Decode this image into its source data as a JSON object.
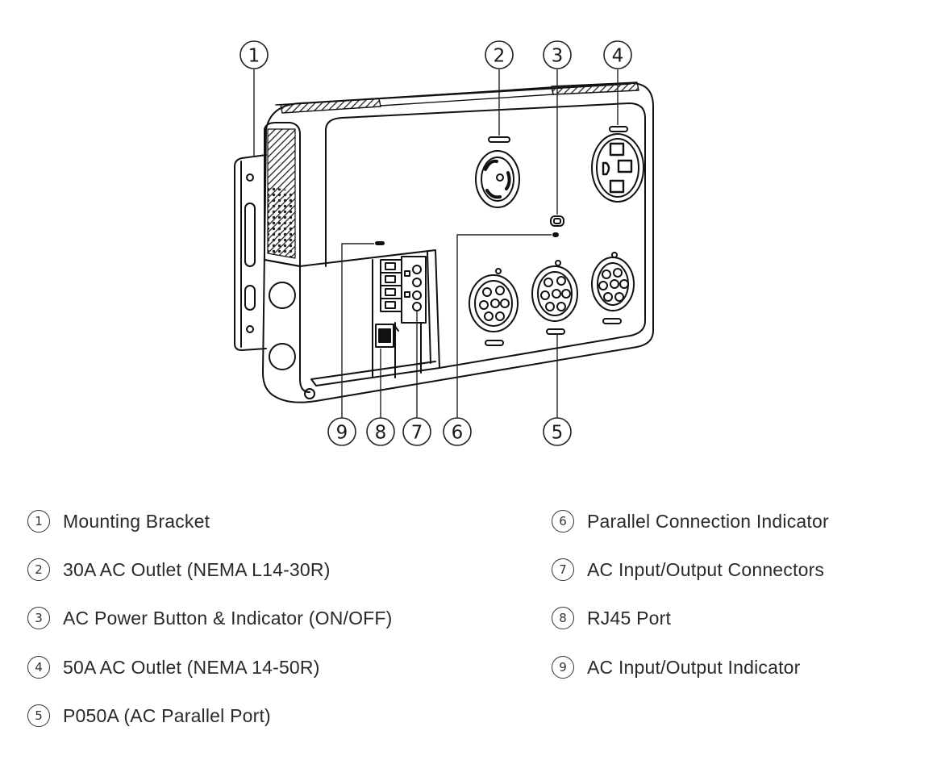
{
  "callouts": [
    {
      "num": "1"
    },
    {
      "num": "2"
    },
    {
      "num": "3"
    },
    {
      "num": "4"
    },
    {
      "num": "5"
    },
    {
      "num": "6"
    },
    {
      "num": "7"
    },
    {
      "num": "8"
    },
    {
      "num": "9"
    }
  ],
  "legend": {
    "left": [
      {
        "num": "1",
        "label": "Mounting Bracket"
      },
      {
        "num": "2",
        "label": "30A AC Outlet (NEMA L14-30R)"
      },
      {
        "num": "3",
        "label": "AC Power Button & Indicator (ON/OFF)"
      },
      {
        "num": "4",
        "label": "50A AC Outlet (NEMA 14-50R)"
      },
      {
        "num": "5",
        "label": "P050A (AC Parallel Port)"
      }
    ],
    "right": [
      {
        "num": "6",
        "label": "Parallel Connection Indicator"
      },
      {
        "num": "7",
        "label": "AC Input/Output Connectors"
      },
      {
        "num": "8",
        "label": "RJ45 Port"
      },
      {
        "num": "9",
        "label": "AC Input/Output Indicator"
      }
    ]
  }
}
